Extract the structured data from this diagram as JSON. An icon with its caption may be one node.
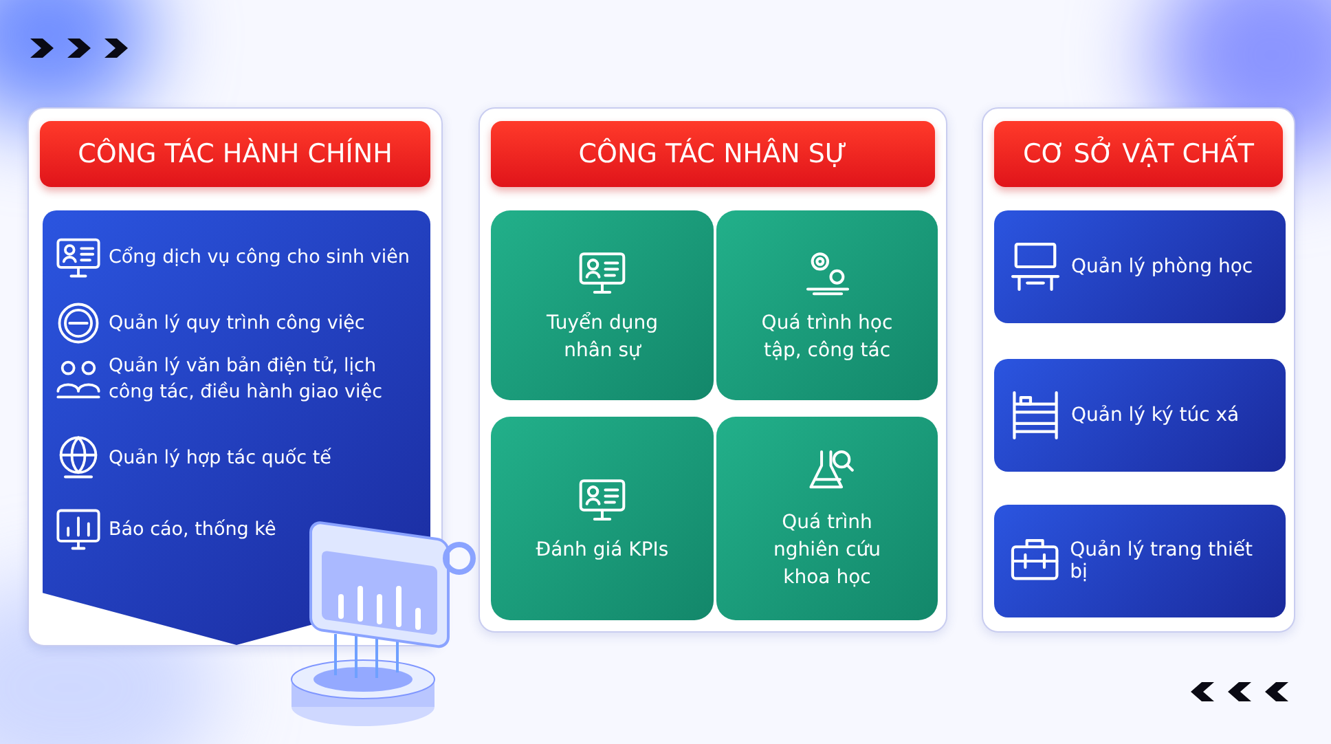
{
  "diagram": {
    "nodes": [
      {
        "text": [
          "CÔNG TÁC HÀNH CHÍNH"
        ]
      },
      {
        "text": [
          "Cổng dịch vụ công cho sinh viên",
          "Quản lý quy trình công việc",
          "Quản lý văn bản điện tử, lịch công tác, điều hành giao việc",
          "Quản lý hợp tác quốc tế",
          "Báo cáo, thống kê"
        ],
        "in": 0
      },
      {
        "text": [
          "CÔNG TÁC NHÂN SỰ"
        ]
      },
      {
        "text": [
          "Tuyển dụng nhân sự"
        ],
        "in": 2
      },
      {
        "text": [
          "Quá trình học tập, công tác"
        ],
        "in": 2
      },
      {
        "text": [
          "Đánh giá KPIs"
        ],
        "in": 2
      },
      {
        "text": [
          "Quá trình nghiên cứu khoa học"
        ],
        "in": 2
      },
      {
        "text": [
          "CƠ SỞ VẬT CHẤT"
        ]
      },
      {
        "text": [
          "Quản lý phòng học"
        ],
        "in": 7
      },
      {
        "text": [
          "Quản lý ký túc xá"
        ],
        "in": 7
      },
      {
        "text": [
          "Quản lý trang thiết bị"
        ],
        "in": 7
      }
    ]
  }
}
